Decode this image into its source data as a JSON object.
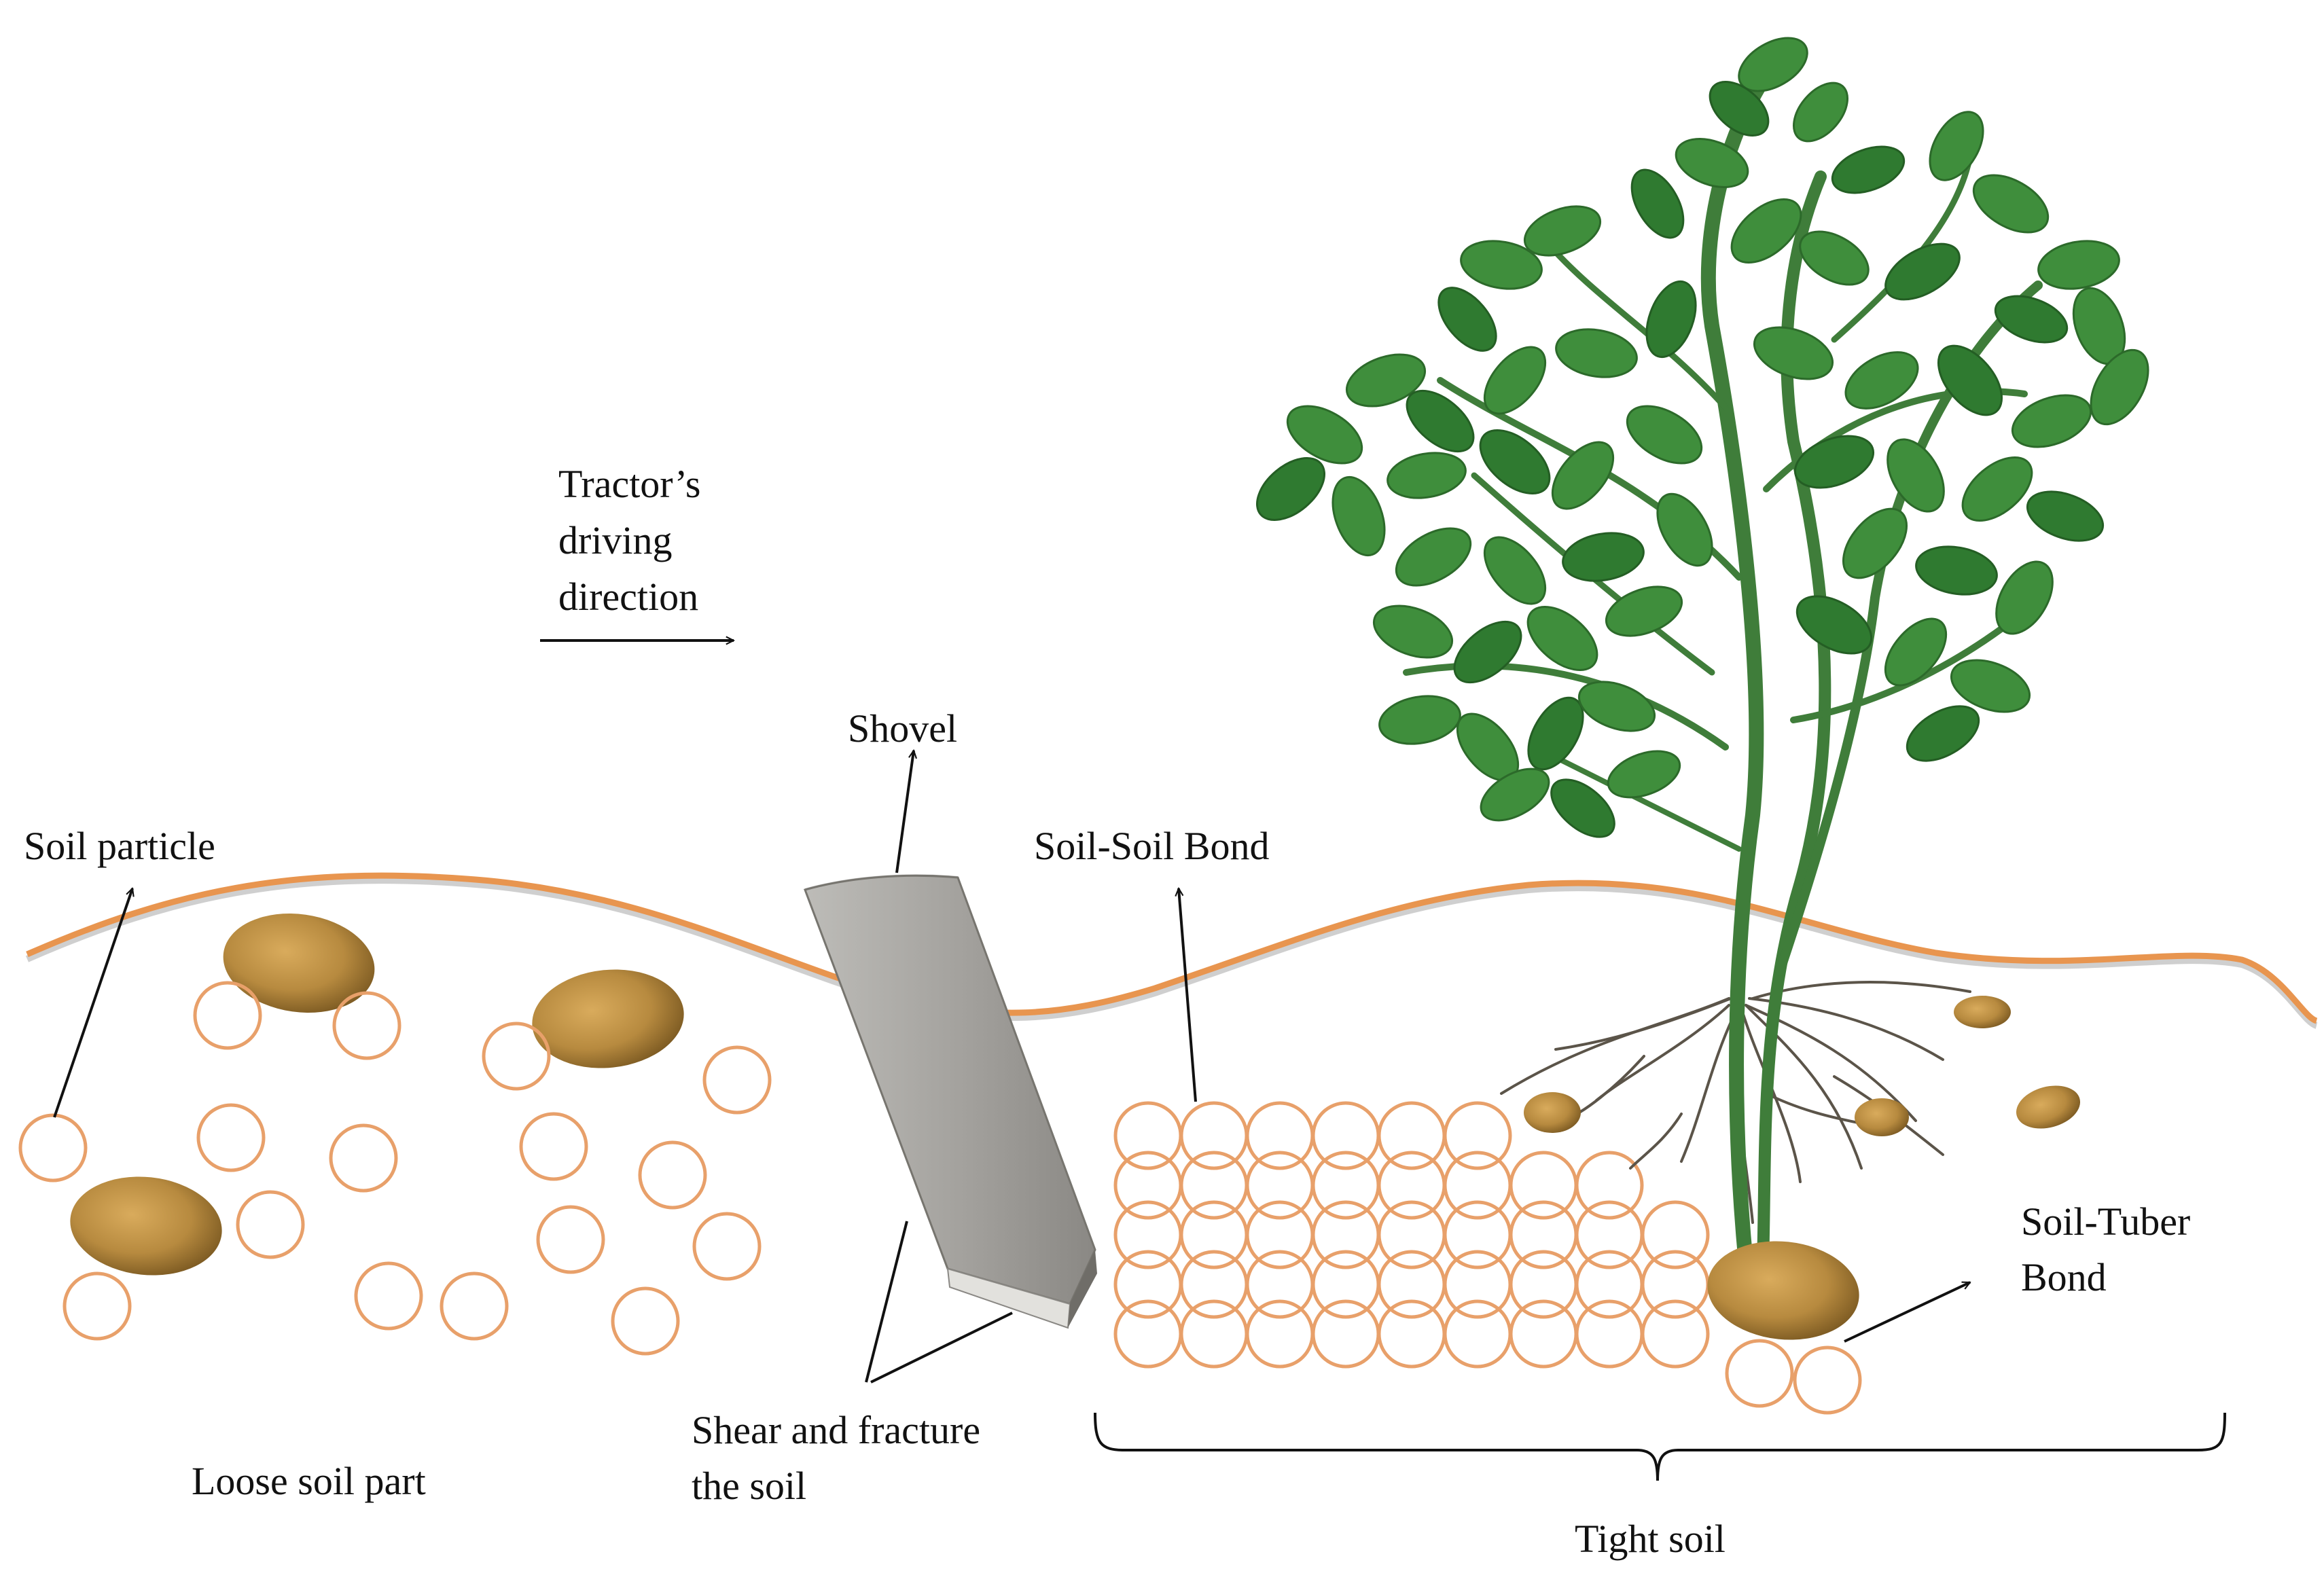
{
  "labels": {
    "tractor_direction": [
      "Tractor’s",
      "driving",
      "direction"
    ],
    "shovel": "Shovel",
    "soil_particle": "Soil particle",
    "soil_soil_bond": "Soil-Soil Bond",
    "soil_tuber_bond": [
      "Soil-Tuber",
      "Bond"
    ],
    "shear_fracture": [
      "Shear and fracture",
      "the soil"
    ],
    "loose_soil": "Loose soil part",
    "tight_soil": "Tight soil"
  },
  "colors": {
    "soil_particle_outline": "#e8a06a",
    "ground_line": "#e8954f",
    "potato": "#b9893f",
    "shovel_body": "#9f9d99",
    "leaf": "#3f8e3c"
  }
}
